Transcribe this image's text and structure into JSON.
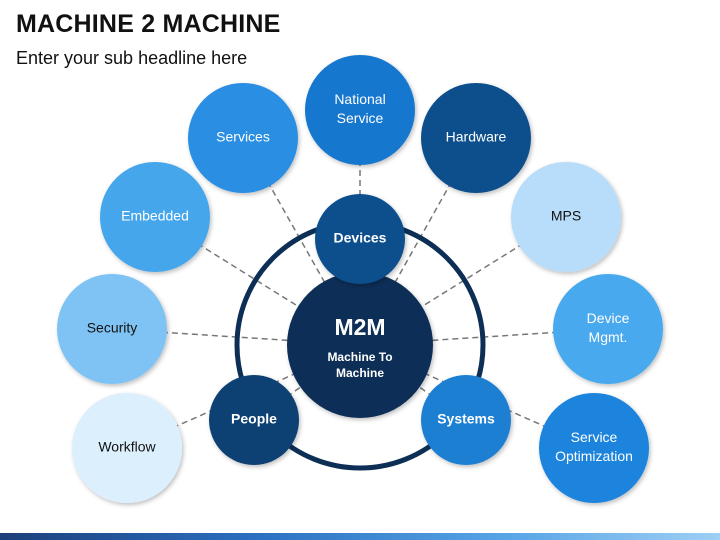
{
  "title": "MACHINE 2 MACHINE",
  "subtitle": "Enter your sub headline here",
  "center": {
    "heading": "M2M",
    "lines": [
      "Machine To",
      "Machine"
    ],
    "color": "#0d2f56"
  },
  "inner_nodes": [
    {
      "id": "devices",
      "label": [
        "Devices"
      ],
      "color": "#0f4f8d"
    },
    {
      "id": "people",
      "label": [
        "People"
      ],
      "color": "#0f3f73"
    },
    {
      "id": "systems",
      "label": [
        "Systems"
      ],
      "color": "#1b7fd2"
    }
  ],
  "outer_nodes": [
    {
      "id": "workflow",
      "label": [
        "Workflow"
      ],
      "color": "#dceffc",
      "text_color": "#111111"
    },
    {
      "id": "security",
      "label": [
        "Security"
      ],
      "color": "#7fc3f4",
      "text_color": "#111111"
    },
    {
      "id": "embedded",
      "label": [
        "Embedded"
      ],
      "color": "#45a6ec",
      "text_color": "#ffffff"
    },
    {
      "id": "services",
      "label": [
        "Services"
      ],
      "color": "#2c8ee2",
      "text_color": "#ffffff"
    },
    {
      "id": "national-service",
      "label": [
        "National",
        "Service"
      ],
      "color": "#1577cf",
      "text_color": "#ffffff"
    },
    {
      "id": "hardware",
      "label": [
        "Hardware"
      ],
      "color": "#0f4f8d",
      "text_color": "#ffffff"
    },
    {
      "id": "mps",
      "label": [
        "MPS"
      ],
      "color": "#b7ddfa",
      "text_color": "#111111"
    },
    {
      "id": "device-mgmt",
      "label": [
        "Device",
        "Mgmt."
      ],
      "color": "#4aa9ee",
      "text_color": "#ffffff"
    },
    {
      "id": "service-optimization",
      "label": [
        "Service",
        "Optimization"
      ],
      "color": "#1f84dc",
      "text_color": "#ffffff"
    }
  ],
  "ring_color": "#0d2f56",
  "connector_color": "#777777"
}
